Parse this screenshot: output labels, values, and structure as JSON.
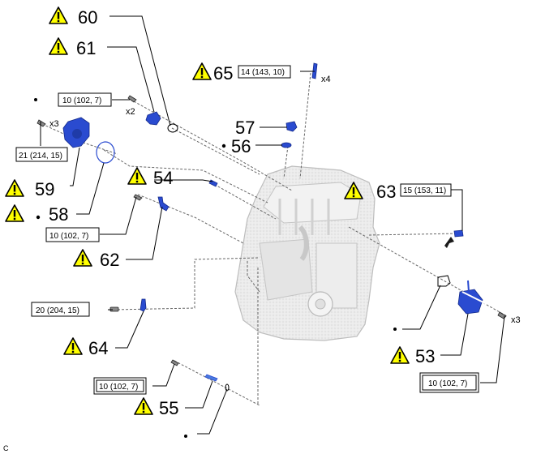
{
  "diagram": {
    "title": "Engine assembly exploded view - component callouts",
    "corner_label": "C",
    "colors": {
      "warning_fill": "#ffff00",
      "part_blue": "#2a4bd0",
      "leader_line": "#000000",
      "dashed_line": "#666666",
      "engine_gray": "#e6e6e6"
    },
    "callouts": [
      {
        "id": "60",
        "label": "60",
        "warning": true,
        "dot": false
      },
      {
        "id": "61",
        "label": "61",
        "warning": true,
        "dot": false
      },
      {
        "id": "65",
        "label": "65",
        "warning": true,
        "dot": false
      },
      {
        "id": "57",
        "label": "57",
        "warning": false,
        "dot": false
      },
      {
        "id": "56",
        "label": "56",
        "warning": false,
        "dot": true
      },
      {
        "id": "59",
        "label": "59",
        "warning": true,
        "dot": false
      },
      {
        "id": "58",
        "label": "58",
        "warning": true,
        "dot": true
      },
      {
        "id": "54",
        "label": "54",
        "warning": true,
        "dot": false
      },
      {
        "id": "63",
        "label": "63",
        "warning": true,
        "dot": false
      },
      {
        "id": "62",
        "label": "62",
        "warning": true,
        "dot": false
      },
      {
        "id": "64",
        "label": "64",
        "warning": true,
        "dot": false
      },
      {
        "id": "53",
        "label": "53",
        "warning": true,
        "dot": false
      },
      {
        "id": "55",
        "label": "55",
        "warning": true,
        "dot": false
      }
    ],
    "torque_specs": [
      {
        "id": "tq-61-bolt",
        "text": "10 (102, 7)",
        "double_border": false
      },
      {
        "id": "tq-59-bolt",
        "text": "21 (214, 15)",
        "double_border": false
      },
      {
        "id": "tq-65-bolt",
        "text": "14 (143, 10)",
        "double_border": false
      },
      {
        "id": "tq-62-bolt",
        "text": "10 (102, 7)",
        "double_border": false
      },
      {
        "id": "tq-63-bolt",
        "text": "15 (153, 11)",
        "double_border": false
      },
      {
        "id": "tq-64-bolt",
        "text": "20 (204, 15)",
        "double_border": false
      },
      {
        "id": "tq-53-bolt",
        "text": "10 (102, 7)",
        "double_border": true
      },
      {
        "id": "tq-55-bolt",
        "text": "10 (102, 7)",
        "double_border": true
      }
    ],
    "quantities": [
      {
        "id": "qty-61",
        "text": "x2"
      },
      {
        "id": "qty-59",
        "text": "x3"
      },
      {
        "id": "qty-65",
        "text": "x4"
      },
      {
        "id": "qty-53",
        "text": "x3"
      }
    ]
  }
}
